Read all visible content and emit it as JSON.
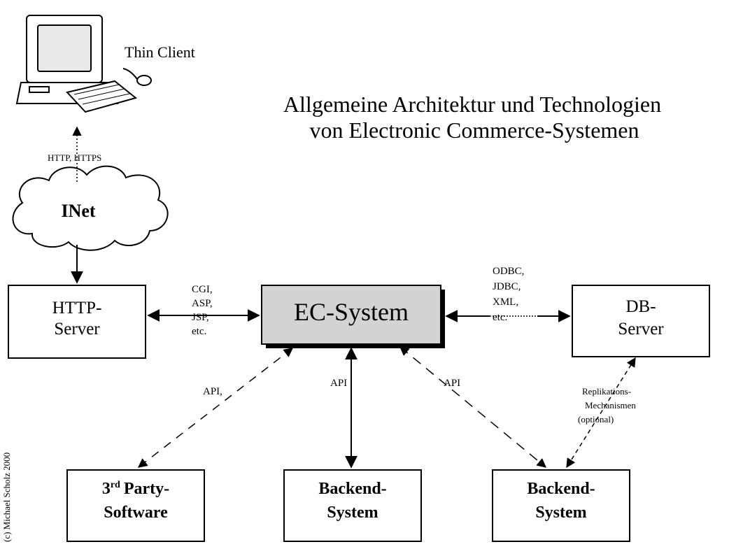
{
  "title": {
    "line1": "Allgemeine Architektur und Technologien",
    "line2": "von Electronic Commerce-Systemen"
  },
  "thin_client": {
    "label": "Thin Client"
  },
  "cloud": {
    "label": "INet"
  },
  "connections": {
    "client_inet": "HTTP, HTTPS",
    "http_ec": [
      "CGI,",
      "ASP,",
      "JSP,",
      "etc."
    ],
    "ec_db": [
      "ODBC,",
      "JDBC,",
      "XML,",
      "etc."
    ],
    "ec_third_party": "API,",
    "ec_backend_mid": "API",
    "ec_backend_right": "API",
    "db_backend_right": [
      "Replikations-",
      "Mechanismen",
      "(optional)"
    ]
  },
  "nodes": {
    "http_server": [
      "HTTP-",
      "Server"
    ],
    "ec_system": "EC-System",
    "db_server": [
      "DB-",
      "Server"
    ],
    "third_party": {
      "prefix": "3",
      "sup": "rd",
      "rest": "Party-",
      "line2": "Software"
    },
    "backend_mid": [
      "Backend-",
      "System"
    ],
    "backend_right": [
      "Backend-",
      "System"
    ]
  },
  "copyright": "(c) Michael Scholz 2000",
  "colors": {
    "ec_system_fill": "#d3d3d3",
    "box_fill": "#ffffff",
    "line": "#000000"
  }
}
